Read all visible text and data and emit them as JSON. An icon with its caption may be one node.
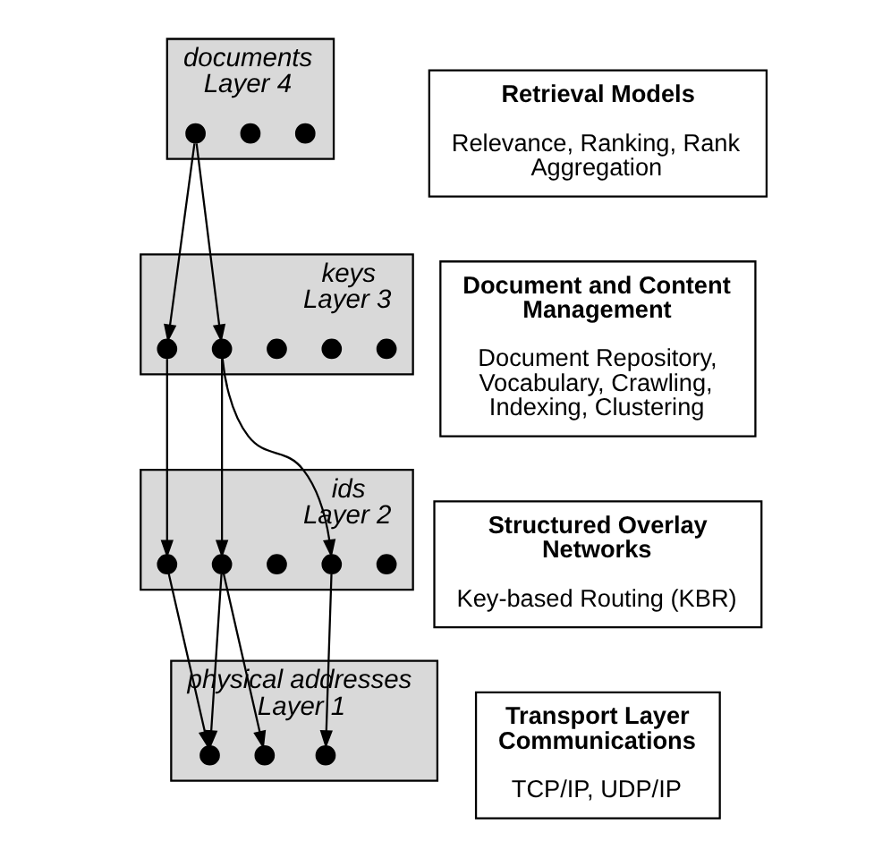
{
  "diagram": {
    "nodes": [
      {
        "text": [
          "documents",
          "Layer 4"
        ]
      },
      {
        "text": [],
        "shape": "circle",
        "in": 0
      },
      {
        "text": [],
        "shape": "circle",
        "in": 0
      },
      {
        "text": [],
        "shape": "circle",
        "in": 0
      },
      {
        "text": [
          "Retrieval Models",
          "Relevance, Ranking, Rank Aggregation"
        ]
      },
      {
        "text": [
          "keys",
          "Layer 3"
        ]
      },
      {
        "text": [],
        "shape": "circle",
        "in": 5
      },
      {
        "text": [],
        "shape": "circle",
        "in": 5
      },
      {
        "text": [],
        "shape": "circle",
        "in": 5
      },
      {
        "text": [],
        "shape": "circle",
        "in": 5
      },
      {
        "text": [],
        "shape": "circle",
        "in": 5
      },
      {
        "text": [
          "Document and Content Management",
          "Document Repository, Vocabulary, Crawling, Indexing, Clustering"
        ]
      },
      {
        "text": [
          "ids",
          "Layer 2"
        ]
      },
      {
        "text": [],
        "shape": "circle",
        "in": 12
      },
      {
        "text": [],
        "shape": "circle",
        "in": 12
      },
      {
        "text": [],
        "shape": "circle",
        "in": 12
      },
      {
        "text": [],
        "shape": "circle",
        "in": 12
      },
      {
        "text": [],
        "shape": "circle",
        "in": 12
      },
      {
        "text": [
          "Structured Overlay Networks",
          "Key-based Routing (KBR)"
        ]
      },
      {
        "text": [
          "physical addresses",
          "Layer 1"
        ]
      },
      {
        "text": [],
        "shape": "circle",
        "in": 19
      },
      {
        "text": [],
        "shape": "circle",
        "in": 19
      },
      {
        "text": [],
        "shape": "circle",
        "in": 19
      },
      {
        "text": [
          "Transport Layer Communications",
          "TCP/IP, UDP/IP"
        ]
      }
    ],
    "edges": [
      {
        "from": 1,
        "to": 6,
        "arrow": "to"
      },
      {
        "from": 1,
        "to": 7,
        "arrow": "to"
      },
      {
        "from": 6,
        "to": 13,
        "arrow": "to"
      },
      {
        "from": 7,
        "to": 14,
        "arrow": "to"
      },
      {
        "from": 7,
        "to": 16,
        "arrow": "to"
      },
      {
        "from": 13,
        "to": 20,
        "arrow": "to"
      },
      {
        "from": 14,
        "to": 20,
        "arrow": "to"
      },
      {
        "from": 14,
        "to": 21,
        "arrow": "to"
      },
      {
        "from": 16,
        "to": 22,
        "arrow": "to"
      }
    ]
  }
}
